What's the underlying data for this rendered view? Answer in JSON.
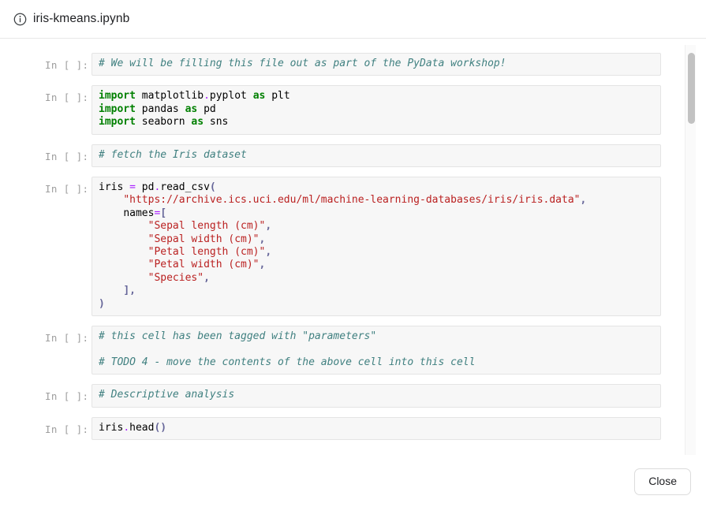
{
  "header": {
    "icon": "info-circle-icon",
    "title": "iris-kmeans.ipynb"
  },
  "notebook": {
    "prompt_label": "In [ ]:",
    "cells": [
      {
        "id": "cell-1",
        "prompt": "In [ ]:",
        "source": "# We will be filling this file out as part of the PyData workshop!"
      },
      {
        "id": "cell-2",
        "prompt": "In [ ]:",
        "source": "import matplotlib.pyplot as plt\nimport pandas as pd\nimport seaborn as sns"
      },
      {
        "id": "cell-3",
        "prompt": "In [ ]:",
        "source": "# fetch the Iris dataset"
      },
      {
        "id": "cell-4",
        "prompt": "In [ ]:",
        "source": "iris = pd.read_csv(\n    \"https://archive.ics.uci.edu/ml/machine-learning-databases/iris/iris.data\",\n    names=[\n        \"Sepal length (cm)\",\n        \"Sepal width (cm)\",\n        \"Petal length (cm)\",\n        \"Petal width (cm)\",\n        \"Species\",\n    ],\n)"
      },
      {
        "id": "cell-5",
        "prompt": "In [ ]:",
        "source": "# this cell has been tagged with \"parameters\"\n\n# TODO 4 - move the contents of the above cell into this cell"
      },
      {
        "id": "cell-6",
        "prompt": "In [ ]:",
        "source": "# Descriptive analysis"
      },
      {
        "id": "cell-7",
        "prompt": "In [ ]:",
        "source": "iris.head()"
      }
    ]
  },
  "footer": {
    "close_label": "Close"
  },
  "colors": {
    "comment": "#408080",
    "keyword": "#008000",
    "string": "#ba2121",
    "operator": "#aa22ff",
    "punctuation": "#666699",
    "cell_background": "#f7f7f7",
    "cell_border": "#e4e4e4",
    "prompt_text": "#9e9e9e",
    "scrollbar_thumb": "#c2c2c2"
  }
}
